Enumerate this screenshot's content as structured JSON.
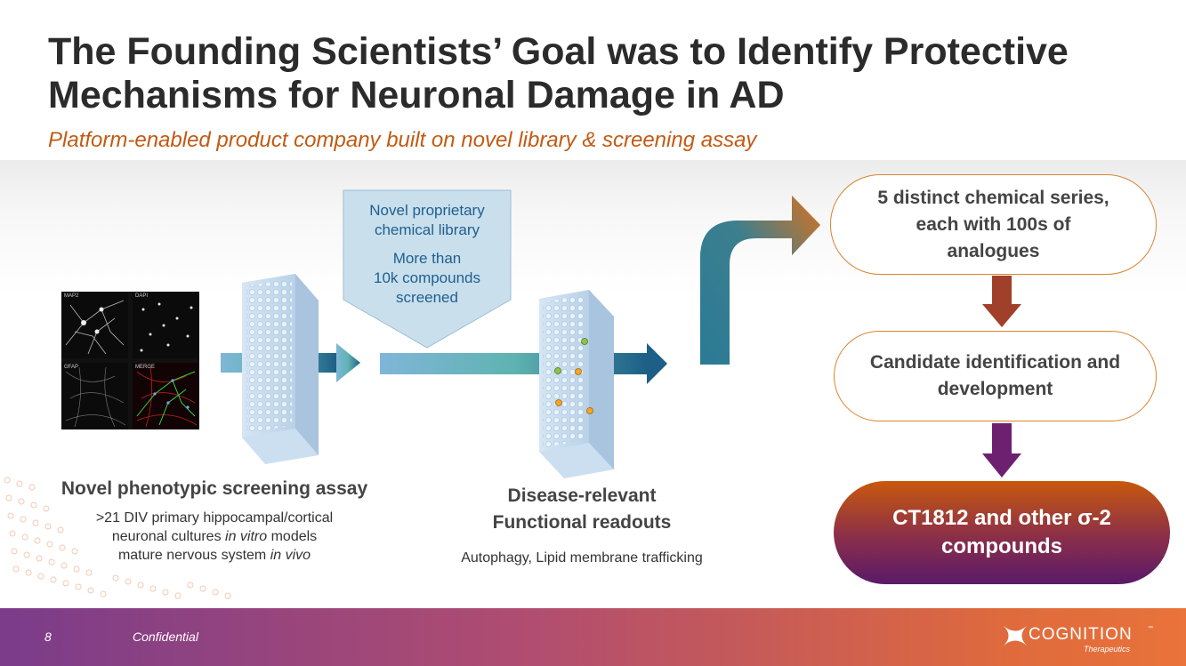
{
  "slide": {
    "title_line1": "The Founding Scientists’ Goal was to Identify Protective",
    "title_line2": "Mechanisms for Neuronal Damage in AD",
    "subtitle": "Platform-enabled product company built on novel library & screening assay"
  },
  "micrograph": {
    "labels": [
      "MAP2",
      "DAPI",
      "GFAP",
      "MERGE"
    ]
  },
  "library_box": {
    "line1": "Novel proprietary",
    "line2": "chemical library",
    "line3": "More than",
    "line4": "10k compounds",
    "line5": "screened"
  },
  "left_caption": {
    "heading": "Novel phenotypic screening assay",
    "line1": ">21 DIV primary hippocampal/cortical",
    "line2a": "neuronal cultures ",
    "line2b": "in vitro",
    "line2c": " models",
    "line3a": "mature nervous system ",
    "line3b": "in vivo"
  },
  "middle_caption": {
    "heading_line1": "Disease-relevant",
    "heading_line2": "Functional readouts",
    "body": "Autophagy, Lipid membrane trafficking"
  },
  "pipeline": {
    "step1_line1": "5 distinct chemical series,",
    "step1_line2": "each with 100s of",
    "step1_line3": "analogues",
    "step2_line1": "Candidate identification and",
    "step2_line2": "development",
    "step3_line1": "CT1812 and other σ-2",
    "step3_line2": "compounds"
  },
  "footer": {
    "page_number": "8",
    "confidential": "Confidential",
    "logo_name": "COGNITION",
    "logo_tm": "™",
    "logo_sub": "Therapeutics"
  },
  "colors": {
    "title": "#2b2b2b",
    "subtitle": "#c25a12",
    "library_text": "#1f5f8f",
    "pill_border": "#d9852f",
    "arrow_down_1": "#a0402a",
    "arrow_down_2": "#6e2070",
    "footer_start": "#7b3c8a",
    "footer_end": "#e9733a"
  }
}
